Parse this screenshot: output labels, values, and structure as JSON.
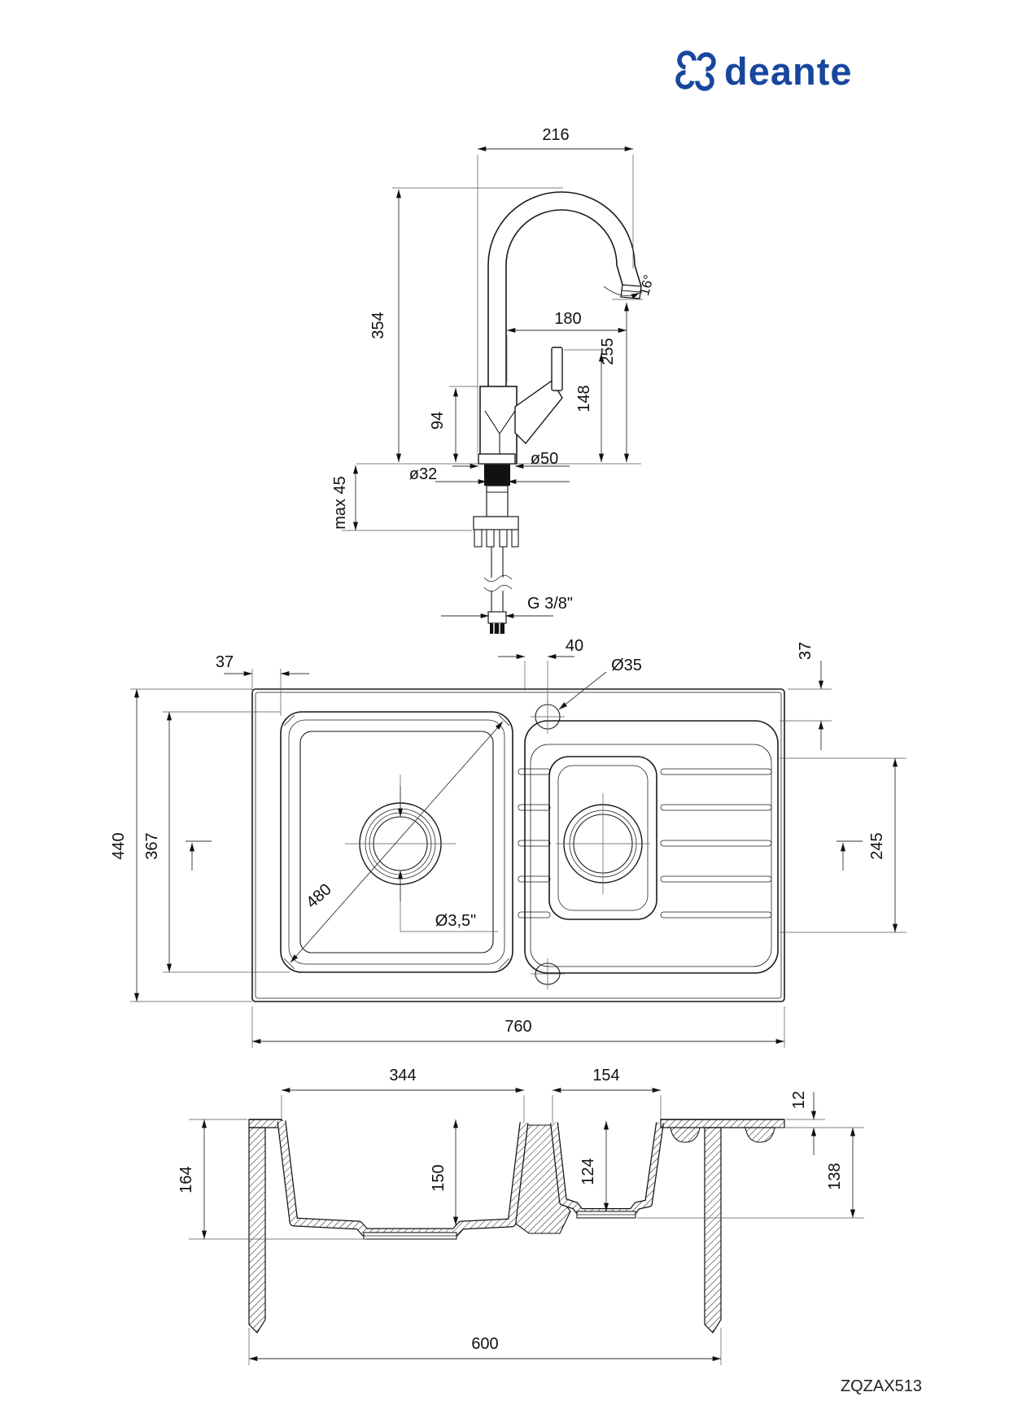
{
  "brand": {
    "logo_text": "deante",
    "logo_color": "#17469e"
  },
  "model_number": "ZQZAX513",
  "colors": {
    "line": "#1a1a1a",
    "dimension": "#333333",
    "background": "#ffffff"
  },
  "faucet_view": {
    "dim_total_reach": "216",
    "dim_height": "354",
    "dim_spout_reach": "180",
    "dim_spout_height": "255",
    "dim_handle_height": "148",
    "dim_body_height": "94",
    "dim_hole_min": "ø32",
    "dim_base": "ø50",
    "dim_max_counter_thickness": "max 45",
    "dim_spout_angle": "16°",
    "dim_connection": "G 3/8\""
  },
  "top_view": {
    "dim_left_offset": "37",
    "dim_hole_offset": "40",
    "dim_tap_hole": "Ø35",
    "dim_right_offset": "37",
    "dim_overall_depth": "440",
    "dim_bowl_depth": "367",
    "dim_bowl_diagonal": "480",
    "dim_drain": "Ø3,5\"",
    "dim_drainboard_depth": "245",
    "dim_overall_width": "760"
  },
  "section_view": {
    "dim_main_bowl_width": "344",
    "dim_small_bowl_width": "154",
    "dim_rim_thickness": "12",
    "dim_total_depth": "164",
    "dim_main_bowl_depth": "150",
    "dim_small_bowl_depth": "124",
    "dim_under_rim_height": "138",
    "dim_cabinet_width": "600"
  }
}
